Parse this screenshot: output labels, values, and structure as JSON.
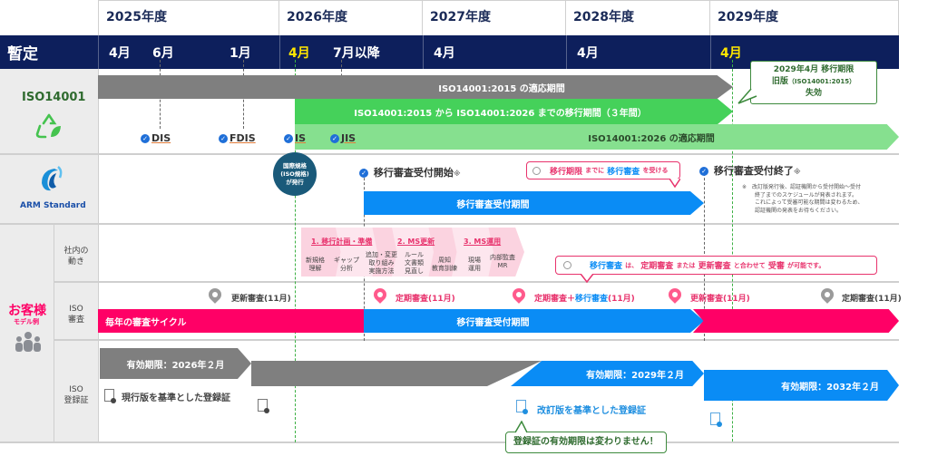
{
  "header": {
    "corner_label": "暫定",
    "years": [
      "2025年度",
      "2026年度",
      "2027年度",
      "2028年度",
      "2029年度"
    ],
    "months": [
      {
        "label": "4月",
        "highlight": false
      },
      {
        "label": "6月",
        "highlight": false
      },
      {
        "label": "1月",
        "highlight": false
      },
      {
        "label": "4月",
        "highlight": true
      },
      {
        "label": "7月以降",
        "highlight": false
      },
      {
        "label": "4月",
        "highlight": false
      },
      {
        "label": "4月",
        "highlight": false
      },
      {
        "label": "4月",
        "highlight": true
      }
    ]
  },
  "iso_row": {
    "label": "ISO14001",
    "icon": "recycle-leaf-icon",
    "bars": {
      "old": "ISO14001:2015 の適応期間",
      "transition": "ISO14001:2015 から ISO14001:2026 までの移行期間（３年間）",
      "new": "ISO14001:2026 の適応期間"
    },
    "milestones": [
      "DIS",
      "FDIS",
      "IS",
      "JIS"
    ],
    "deadline_callout": {
      "line1": "2029年4月 移行期限",
      "line2a": "旧版",
      "line2b": "（ISO14001:2015）",
      "line3": "失効"
    }
  },
  "arm_row": {
    "logo_text": "ARM Standard",
    "circle": [
      "国際規格",
      "(ISO規格)",
      "が発行"
    ],
    "start_label": "移行審査受付開始",
    "end_label": "移行審査受付終了",
    "asterisk": "※",
    "period_bar": "移行審査受付期間",
    "callout": {
      "p1": "移行期限",
      "p2": "までに",
      "p3": "移行審査",
      "p4": "を受ける"
    },
    "note": [
      "※　改訂版発行後、認証機関から受付開始～受付",
      "終了までのスケジュールが発表されます。",
      "これによって受審可能な期間は変わるため、",
      "認証機関の発表をお待ちください。"
    ]
  },
  "customer": {
    "title": "お客様",
    "subtitle": "モデル例",
    "icon": "people-icon",
    "internal": {
      "label": [
        "社内の",
        "動き"
      ],
      "phases": [
        "1. 移行計画・準備",
        "2. MS更新",
        "3. MS運用"
      ],
      "steps": [
        [
          "新規格",
          "理解"
        ],
        [
          "ギャップ",
          "分析"
        ],
        [
          "追加・変更",
          "取り組み",
          "実施方法"
        ],
        [
          "ルール",
          "文書類",
          "見直し"
        ],
        [
          "周知",
          "教育訓練"
        ],
        [
          "現場",
          "運用"
        ],
        [
          "内部監査",
          "MR"
        ]
      ],
      "callout": {
        "p1": "移行審査",
        "p2": "は、",
        "p3": "定期審査",
        "p4": "または",
        "p5": "更新審査",
        "p6": "と合わせて",
        "p7": "受審",
        "p8": "が可能です。"
      }
    },
    "audit": {
      "label": [
        "ISO",
        "審査"
      ],
      "annual_bar": "毎年の審査サイクル",
      "period_bar": "移行審査受付期間",
      "events": [
        {
          "label": "更新審査(11月)",
          "color": "gray"
        },
        {
          "label": "定期審査(11月)",
          "color": "pink"
        },
        {
          "label_a": "定期審査",
          "label_plus": "＋",
          "label_b": "移行審査",
          "label_c": "(11月)",
          "color": "pink"
        },
        {
          "label": "更新審査(11月)",
          "color": "pink"
        },
        {
          "label": "定期審査(11月)",
          "color": "gray"
        }
      ]
    },
    "certificate": {
      "label": [
        "ISO",
        "登録証"
      ],
      "bars": [
        "有効期限：2026年２月",
        "有効期限：2029年２月",
        "有効期限：2032年２月"
      ],
      "current_cert": "現行版を基準とした登録証",
      "revised_cert": "改訂版を基準とした登録証",
      "note": "登録証の有効期限は変わりません！"
    }
  },
  "colors": {
    "navy": "#0d1f5c",
    "gray_bar": "#7f7f7f",
    "green": "#45d15a",
    "light_green": "#86e08f",
    "blue": "#0a8cf5",
    "pink": "#ff0066",
    "yellow": "#ffe600"
  }
}
